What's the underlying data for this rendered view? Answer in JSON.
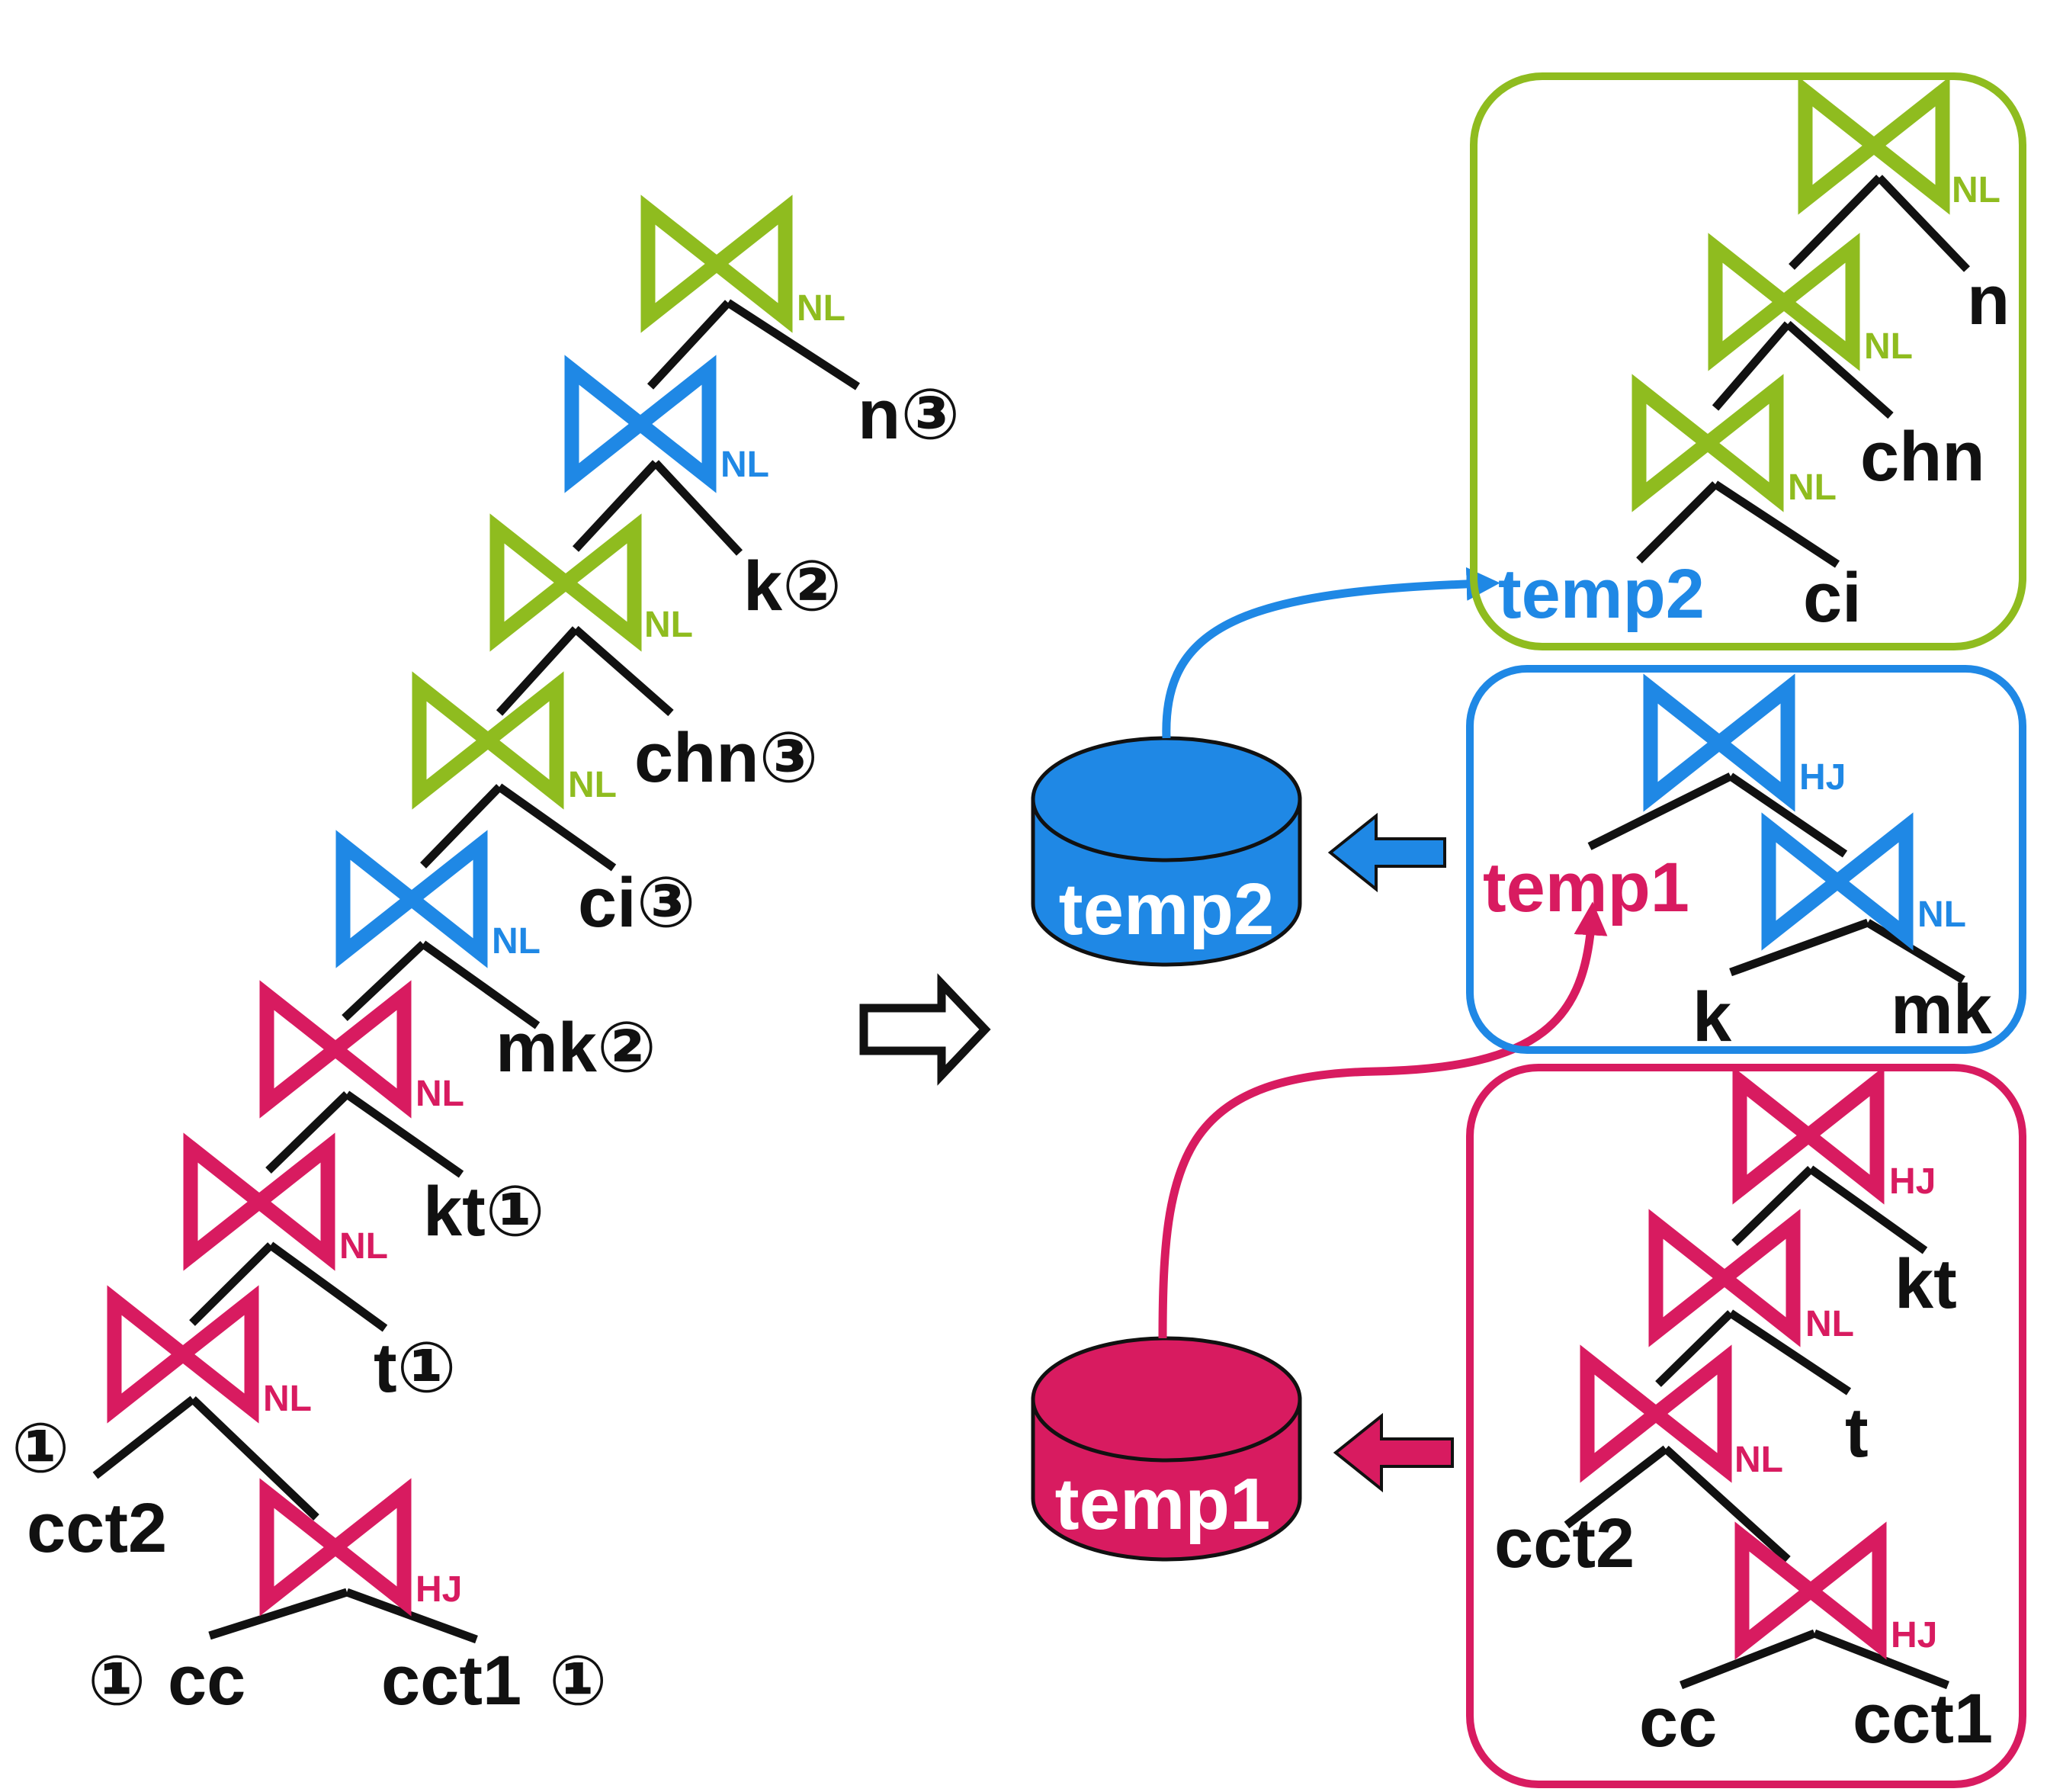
{
  "colors": {
    "green": "#8fbc1f",
    "blue": "#1f88e5",
    "pink": "#d81b60",
    "text": "#111111"
  },
  "left_plan": {
    "joins": [
      "NL",
      "NL",
      "NL",
      "NL",
      "NL",
      "NL",
      "NL",
      "NL",
      "HJ"
    ],
    "leaves": {
      "n": "n③",
      "k": "k②",
      "chn": "chn③",
      "ci": "ci③",
      "mk": "mk②",
      "kt": "kt①",
      "t": "t①",
      "cct2_mark": "①",
      "cct2": "cct2",
      "cc_mark": "①",
      "cc": "cc",
      "cct1": "cct1",
      "cct1_mark": "①"
    }
  },
  "arrow_symbol": "⇨",
  "cylinders": {
    "temp2": "temp2",
    "temp1": "temp1"
  },
  "green_box": {
    "joins": [
      "NL",
      "NL",
      "NL"
    ],
    "leaves": {
      "n": "n",
      "chn": "chn",
      "ci": "ci",
      "temp2": "temp2"
    }
  },
  "blue_box": {
    "joins": [
      "HJ",
      "NL"
    ],
    "leaves": {
      "temp1": "temp1",
      "k": "k",
      "mk": "mk"
    }
  },
  "pink_box": {
    "joins": [
      "HJ",
      "NL",
      "NL",
      "HJ"
    ],
    "leaves": {
      "kt": "kt",
      "t": "t",
      "cct2": "cct2",
      "cc": "cc",
      "cct1": "cct1"
    }
  }
}
